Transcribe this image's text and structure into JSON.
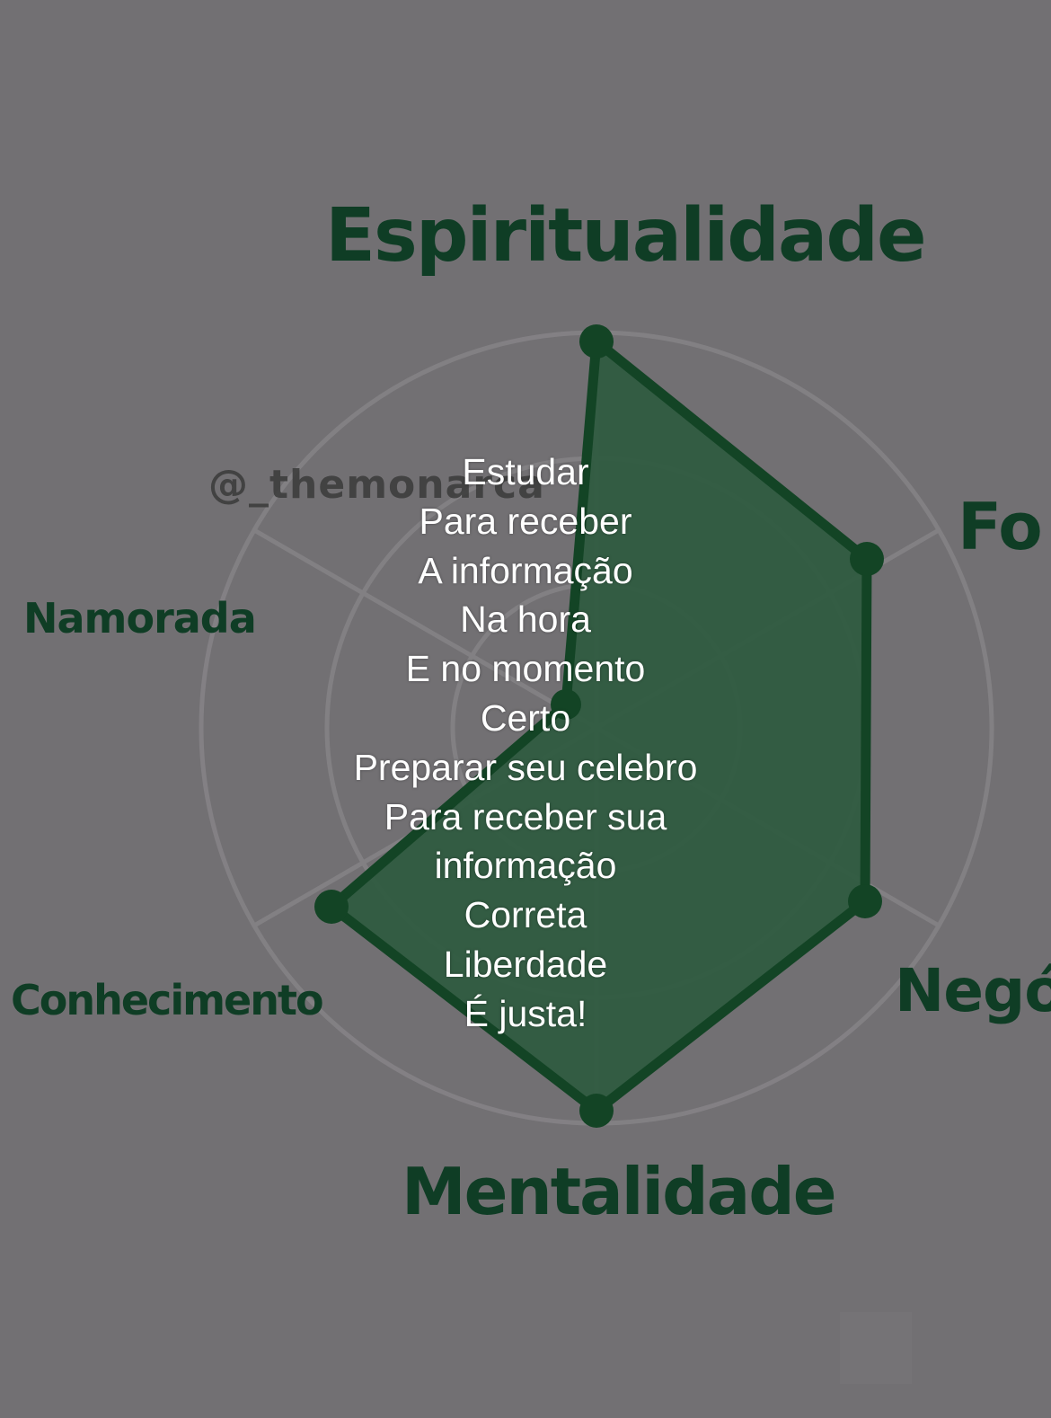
{
  "colors": {
    "background": "#727073",
    "shape_fill": "#2e5a3f",
    "shape_stroke": "#134425",
    "label": "#0f3d25",
    "caption": "#ffffff"
  },
  "radar": {
    "labels": {
      "top": "Espiritualidade",
      "right": "Fo",
      "lower_right": "Negó",
      "bottom": "Mentalidade",
      "lower_left": "Conhecimento",
      "upper_left": "Namorada"
    }
  },
  "watermark": "@_themonarca",
  "caption": [
    "Estudar",
    "Para receber",
    "A informação",
    "Na hora",
    "E no momento",
    "Certo",
    "Preparar seu celebro",
    "Para receber sua",
    "informação",
    "Correta",
    "Liberdade",
    "É justa!"
  ]
}
